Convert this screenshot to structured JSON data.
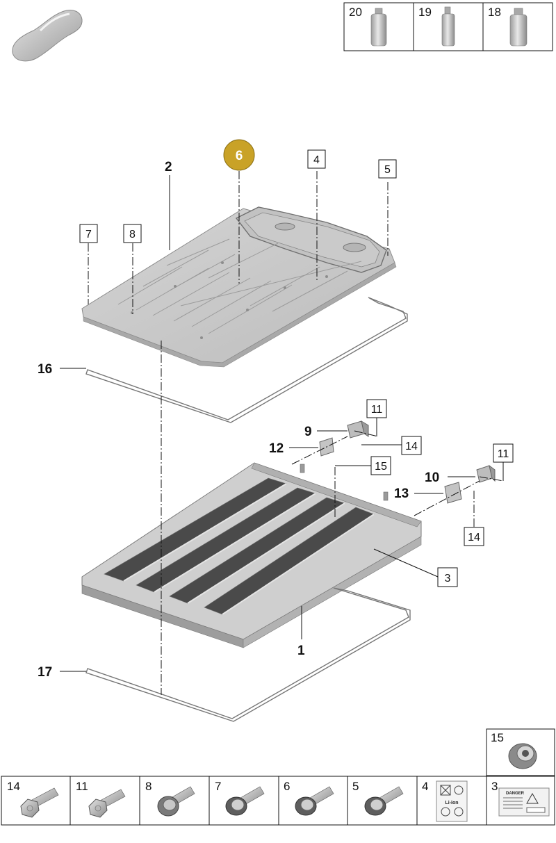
{
  "top_parts": [
    {
      "num": "20",
      "icon": "bottle-icon"
    },
    {
      "num": "19",
      "icon": "bottle-icon"
    },
    {
      "num": "18",
      "icon": "bottle-icon"
    }
  ],
  "callouts": {
    "c1": "1",
    "c2": "2",
    "c3": "3",
    "c4": "4",
    "c5": "5",
    "c6": "6",
    "c7": "7",
    "c8": "8",
    "c9": "9",
    "c10": "10",
    "c11a": "11",
    "c11b": "11",
    "c12": "12",
    "c13": "13",
    "c14a": "14",
    "c14b": "14",
    "c15": "15",
    "c16": "16",
    "c17": "17"
  },
  "highlight_color": "#c9a227",
  "bottom_parts": [
    {
      "num": "14",
      "icon": "hex-bolt-icon"
    },
    {
      "num": "11",
      "icon": "hex-bolt-icon"
    },
    {
      "num": "8",
      "icon": "flange-bolt-icon"
    },
    {
      "num": "7",
      "icon": "washer-bolt-icon"
    },
    {
      "num": "6",
      "icon": "washer-bolt-icon"
    },
    {
      "num": "5",
      "icon": "washer-bolt-icon"
    },
    {
      "num": "4",
      "icon": "recycling-label-icon",
      "label_text": "Li-ion"
    },
    {
      "num": "3",
      "icon": "warning-label-icon",
      "label_text": "DANGER"
    }
  ],
  "extra_part": {
    "num": "15",
    "icon": "grommet-icon"
  }
}
